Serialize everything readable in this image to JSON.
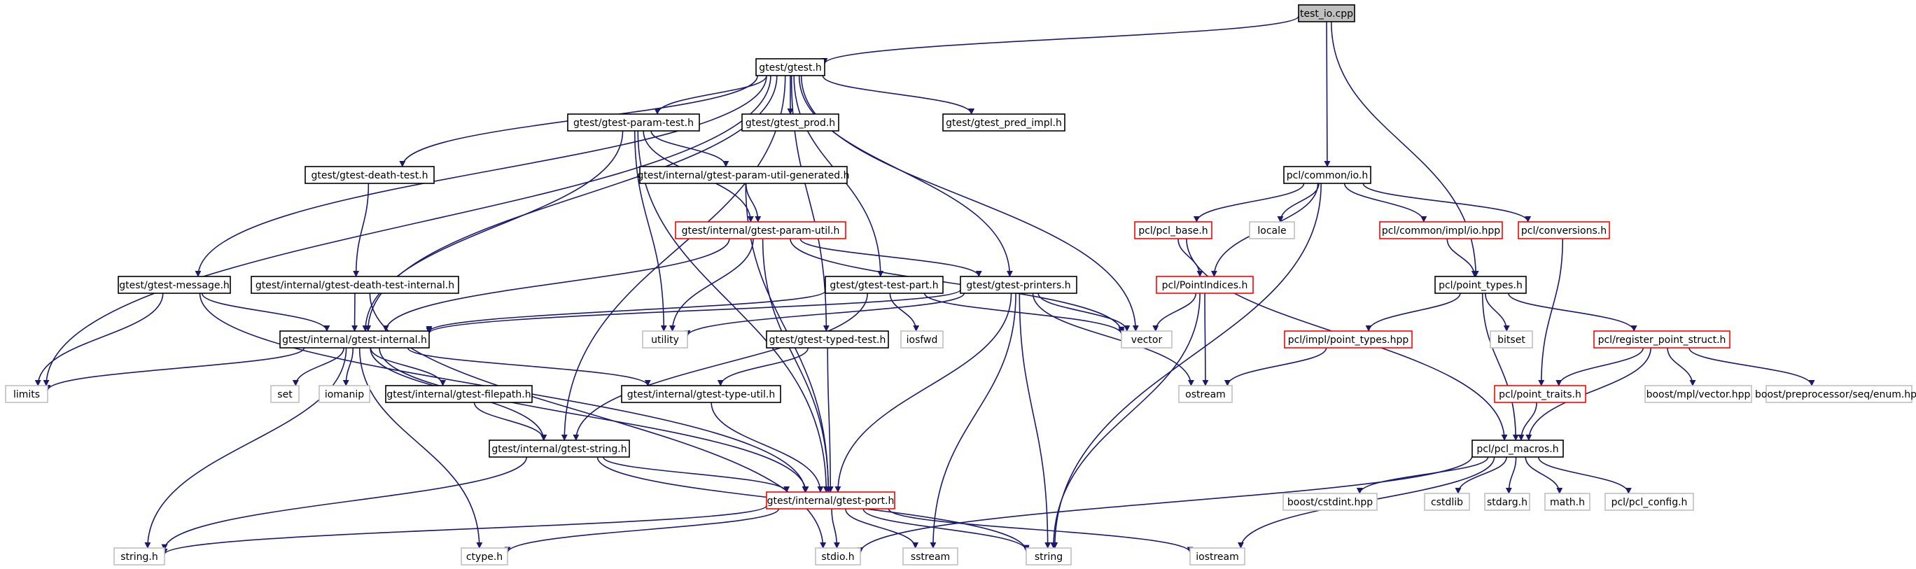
{
  "diagram": {
    "colors": {
      "edge": "#191970",
      "node_normal_border": "#000000",
      "node_external_border": "#bfbfbf",
      "node_incomplete_border": "#ff0000",
      "node_root_fill": "#bfbfbf",
      "node_fill": "#ffffff"
    },
    "nodes": [
      {
        "id": "test_io",
        "label": "test_io.cpp",
        "kind": "root"
      },
      {
        "id": "gtest",
        "label": "gtest/gtest.h",
        "kind": "normal"
      },
      {
        "id": "pcl_io",
        "label": "pcl/common/io.h",
        "kind": "normal"
      },
      {
        "id": "param_test",
        "label": "gtest/gtest-param-test.h",
        "kind": "normal"
      },
      {
        "id": "gtest_prod",
        "label": "gtest/gtest_prod.h",
        "kind": "normal"
      },
      {
        "id": "pred_impl",
        "label": "gtest/gtest_pred_impl.h",
        "kind": "normal"
      },
      {
        "id": "death_test",
        "label": "gtest/gtest-death-test.h",
        "kind": "normal"
      },
      {
        "id": "param_util_gen",
        "label": "gtest/internal/gtest-param-util-generated.h",
        "kind": "normal"
      },
      {
        "id": "param_util",
        "label": "gtest/internal/gtest-param-util.h",
        "kind": "incomplete"
      },
      {
        "id": "pcl_base",
        "label": "pcl/pcl_base.h",
        "kind": "incomplete"
      },
      {
        "id": "locale",
        "label": "locale",
        "kind": "external"
      },
      {
        "id": "impl_io",
        "label": "pcl/common/impl/io.hpp",
        "kind": "incomplete"
      },
      {
        "id": "conversions",
        "label": "pcl/conversions.h",
        "kind": "incomplete"
      },
      {
        "id": "message",
        "label": "gtest/gtest-message.h",
        "kind": "normal"
      },
      {
        "id": "death_internal",
        "label": "gtest/internal/gtest-death-test-internal.h",
        "kind": "normal"
      },
      {
        "id": "test_part",
        "label": "gtest/gtest-test-part.h",
        "kind": "normal"
      },
      {
        "id": "printers",
        "label": "gtest/gtest-printers.h",
        "kind": "normal"
      },
      {
        "id": "point_indices",
        "label": "pcl/PointIndices.h",
        "kind": "incomplete"
      },
      {
        "id": "point_types",
        "label": "pcl/point_types.h",
        "kind": "normal"
      },
      {
        "id": "internal",
        "label": "gtest/internal/gtest-internal.h",
        "kind": "normal"
      },
      {
        "id": "utility",
        "label": "utility",
        "kind": "external"
      },
      {
        "id": "typed_test",
        "label": "gtest/gtest-typed-test.h",
        "kind": "normal"
      },
      {
        "id": "iosfwd",
        "label": "iosfwd",
        "kind": "external"
      },
      {
        "id": "vector",
        "label": "vector",
        "kind": "external"
      },
      {
        "id": "impl_point_types",
        "label": "pcl/impl/point_types.hpp",
        "kind": "incomplete"
      },
      {
        "id": "bitset",
        "label": "bitset",
        "kind": "external"
      },
      {
        "id": "register_point",
        "label": "pcl/register_point_struct.h",
        "kind": "incomplete"
      },
      {
        "id": "limits",
        "label": "limits",
        "kind": "external"
      },
      {
        "id": "set",
        "label": "set",
        "kind": "external"
      },
      {
        "id": "iomanip",
        "label": "iomanip",
        "kind": "external"
      },
      {
        "id": "filepath",
        "label": "gtest/internal/gtest-filepath.h",
        "kind": "normal"
      },
      {
        "id": "type_util",
        "label": "gtest/internal/gtest-type-util.h",
        "kind": "normal"
      },
      {
        "id": "ostream",
        "label": "ostream",
        "kind": "external"
      },
      {
        "id": "point_traits",
        "label": "pcl/point_traits.h",
        "kind": "incomplete"
      },
      {
        "id": "mpl_vector",
        "label": "boost/mpl/vector.hpp",
        "kind": "external"
      },
      {
        "id": "seq_enum",
        "label": "boost/preprocessor/seq/enum.hpp",
        "kind": "external"
      },
      {
        "id": "gtest_string",
        "label": "gtest/internal/gtest-string.h",
        "kind": "normal"
      },
      {
        "id": "pcl_macros",
        "label": "pcl/pcl_macros.h",
        "kind": "normal"
      },
      {
        "id": "gtest_port",
        "label": "gtest/internal/gtest-port.h",
        "kind": "incomplete"
      },
      {
        "id": "cstdint",
        "label": "boost/cstdint.hpp",
        "kind": "external"
      },
      {
        "id": "cstdlib",
        "label": "cstdlib",
        "kind": "external"
      },
      {
        "id": "stdarg",
        "label": "stdarg.h",
        "kind": "external"
      },
      {
        "id": "math",
        "label": "math.h",
        "kind": "external"
      },
      {
        "id": "pcl_config",
        "label": "pcl/pcl_config.h",
        "kind": "external"
      },
      {
        "id": "string_h",
        "label": "string.h",
        "kind": "external"
      },
      {
        "id": "ctype",
        "label": "ctype.h",
        "kind": "external"
      },
      {
        "id": "stdio",
        "label": "stdio.h",
        "kind": "external"
      },
      {
        "id": "sstream",
        "label": "sstream",
        "kind": "external"
      },
      {
        "id": "string",
        "label": "string",
        "kind": "external"
      },
      {
        "id": "iostream",
        "label": "iostream",
        "kind": "external"
      }
    ],
    "edges": [
      [
        "test_io",
        "gtest"
      ],
      [
        "test_io",
        "pcl_io"
      ],
      [
        "test_io",
        "point_types"
      ],
      [
        "gtest",
        "limits"
      ],
      [
        "gtest",
        "vector"
      ],
      [
        "gtest",
        "death_test"
      ],
      [
        "gtest",
        "message"
      ],
      [
        "gtest",
        "internal"
      ],
      [
        "gtest",
        "gtest_string"
      ],
      [
        "gtest",
        "param_test"
      ],
      [
        "gtest",
        "gtest_prod"
      ],
      [
        "gtest",
        "pred_impl"
      ],
      [
        "gtest",
        "printers"
      ],
      [
        "gtest",
        "test_part"
      ],
      [
        "gtest",
        "typed_test"
      ],
      [
        "pcl_io",
        "string"
      ],
      [
        "pcl_io",
        "pcl_base"
      ],
      [
        "pcl_io",
        "locale"
      ],
      [
        "pcl_io",
        "impl_io"
      ],
      [
        "pcl_io",
        "conversions"
      ],
      [
        "pcl_io",
        "point_indices"
      ],
      [
        "param_test",
        "internal"
      ],
      [
        "param_test",
        "param_util_gen"
      ],
      [
        "param_test",
        "param_util"
      ],
      [
        "param_test",
        "utility"
      ],
      [
        "param_test",
        "gtest_port"
      ],
      [
        "death_test",
        "death_internal"
      ],
      [
        "param_util_gen",
        "param_util"
      ],
      [
        "param_util_gen",
        "gtest_port"
      ],
      [
        "param_util",
        "internal"
      ],
      [
        "param_util",
        "printers"
      ],
      [
        "param_util",
        "utility"
      ],
      [
        "param_util",
        "vector"
      ],
      [
        "param_util",
        "gtest_port"
      ],
      [
        "pcl_base",
        "point_indices"
      ],
      [
        "pcl_base",
        "pcl_macros"
      ],
      [
        "impl_io",
        "point_types"
      ],
      [
        "conversions",
        "point_traits"
      ],
      [
        "message",
        "limits"
      ],
      [
        "message",
        "internal"
      ],
      [
        "message",
        "gtest_port"
      ],
      [
        "death_internal",
        "internal"
      ],
      [
        "death_internal",
        "stdio"
      ],
      [
        "test_part",
        "internal"
      ],
      [
        "test_part",
        "gtest_string"
      ],
      [
        "test_part",
        "iosfwd"
      ],
      [
        "test_part",
        "vector"
      ],
      [
        "printers",
        "internal"
      ],
      [
        "printers",
        "utility"
      ],
      [
        "printers",
        "vector"
      ],
      [
        "printers",
        "ostream"
      ],
      [
        "printers",
        "sstream"
      ],
      [
        "printers",
        "string"
      ],
      [
        "printers",
        "gtest_port"
      ],
      [
        "point_indices",
        "vector"
      ],
      [
        "point_indices",
        "ostream"
      ],
      [
        "point_indices",
        "string"
      ],
      [
        "point_types",
        "bitset"
      ],
      [
        "point_types",
        "impl_point_types"
      ],
      [
        "point_types",
        "register_point"
      ],
      [
        "point_types",
        "pcl_macros"
      ],
      [
        "internal",
        "limits"
      ],
      [
        "internal",
        "set"
      ],
      [
        "internal",
        "iomanip"
      ],
      [
        "internal",
        "filepath"
      ],
      [
        "internal",
        "type_util"
      ],
      [
        "internal",
        "gtest_string"
      ],
      [
        "internal",
        "gtest_port"
      ],
      [
        "internal",
        "string_h"
      ],
      [
        "internal",
        "ctype"
      ],
      [
        "typed_test",
        "type_util"
      ],
      [
        "typed_test",
        "gtest_port"
      ],
      [
        "impl_point_types",
        "ostream"
      ],
      [
        "register_point",
        "point_traits"
      ],
      [
        "register_point",
        "mpl_vector"
      ],
      [
        "register_point",
        "seq_enum"
      ],
      [
        "register_point",
        "pcl_macros"
      ],
      [
        "filepath",
        "gtest_string"
      ],
      [
        "type_util",
        "gtest_port"
      ],
      [
        "point_traits",
        "pcl_macros"
      ],
      [
        "gtest_string",
        "gtest_port"
      ],
      [
        "gtest_string",
        "string_h"
      ],
      [
        "gtest_string",
        "string"
      ],
      [
        "pcl_macros",
        "cstdint"
      ],
      [
        "pcl_macros",
        "cstdlib"
      ],
      [
        "pcl_macros",
        "stdarg"
      ],
      [
        "pcl_macros",
        "math"
      ],
      [
        "pcl_macros",
        "pcl_config"
      ],
      [
        "pcl_macros",
        "stdio"
      ],
      [
        "pcl_macros",
        "iostream"
      ],
      [
        "gtest_port",
        "string_h"
      ],
      [
        "gtest_port",
        "ctype"
      ],
      [
        "gtest_port",
        "stdio"
      ],
      [
        "gtest_port",
        "sstream"
      ],
      [
        "gtest_port",
        "string"
      ],
      [
        "gtest_port",
        "iostream"
      ]
    ]
  }
}
